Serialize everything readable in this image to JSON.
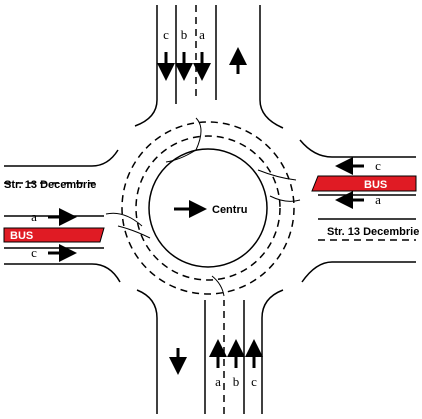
{
  "north": {
    "lanes": [
      "c",
      "b",
      "a"
    ]
  },
  "south": {
    "lanes": [
      "a",
      "b",
      "c"
    ]
  },
  "west": {
    "street": "Str. 13 Decembrie",
    "lane_top": "a",
    "lane_bottom": "c",
    "bus": "BUS"
  },
  "east": {
    "street": "Str. 13 Decembrie",
    "lane_top": "c",
    "lane_bottom": "a",
    "bus": "BUS"
  },
  "center": {
    "label": "Centru"
  },
  "colors": {
    "bus_lane": "#e01b24",
    "lines": "#000000",
    "background": "#ffffff"
  }
}
